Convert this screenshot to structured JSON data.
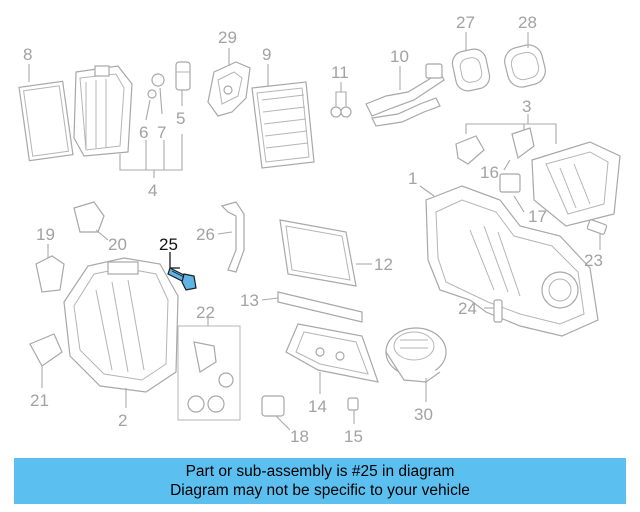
{
  "diagram": {
    "highlight_color": "#5fb4e6",
    "highlighted_part": "25",
    "callouts": {
      "c1": "1",
      "c2": "2",
      "c3": "3",
      "c4": "4",
      "c5": "5",
      "c6": "6",
      "c7": "7",
      "c8": "8",
      "c9": "9",
      "c10": "10",
      "c11": "11",
      "c12": "12",
      "c13": "13",
      "c14": "14",
      "c15": "15",
      "c16": "16",
      "c17": "17",
      "c18": "18",
      "c19": "19",
      "c20": "20",
      "c21": "21",
      "c22": "22",
      "c23": "23",
      "c24": "24",
      "c25": "25",
      "c26": "26",
      "c27": "27",
      "c28": "28",
      "c29": "29",
      "c30": "30"
    }
  },
  "banner": {
    "background": "#5bc0f0",
    "line1": "Part or sub-assembly is #25 in diagram",
    "line2": "Diagram may not be specific to your vehicle"
  }
}
